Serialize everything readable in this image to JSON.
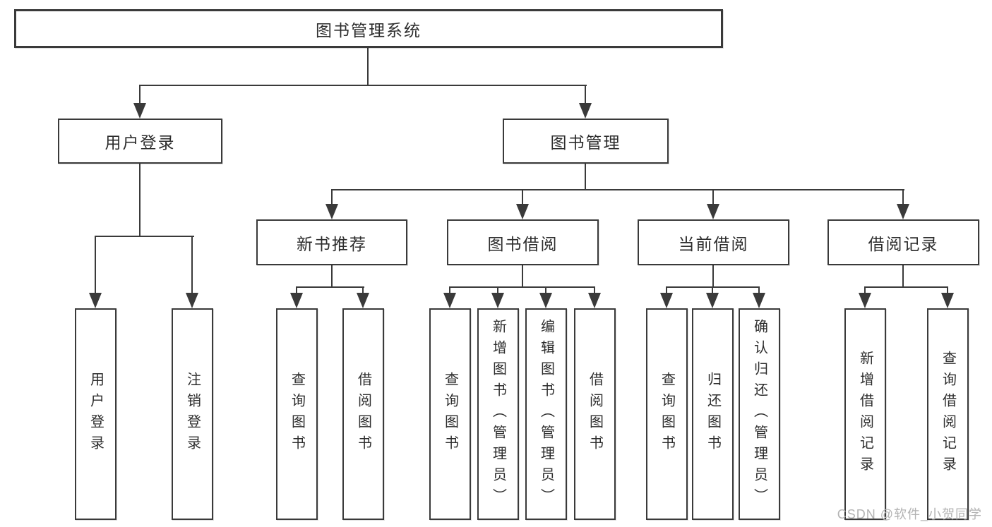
{
  "colors": {
    "line": "#3a3a3a",
    "text": "#2d2d2d",
    "background": "#ffffff",
    "watermark": "#b3b3b3"
  },
  "watermark": {
    "text": "CSDN @软件_小贺同学"
  },
  "tree": {
    "root": {
      "label": "图书管理系统"
    },
    "branches": [
      {
        "label": "用户登录",
        "children": [
          {
            "label": "用户登录"
          },
          {
            "label": "注销登录"
          }
        ]
      },
      {
        "label": "图书管理",
        "children": [
          {
            "label": "新书推荐",
            "children": [
              {
                "label": "查询图书"
              },
              {
                "label": "借阅图书"
              }
            ]
          },
          {
            "label": "图书借阅",
            "children": [
              {
                "label": "查询图书"
              },
              {
                "label": "新增图书（管理员）"
              },
              {
                "label": "编辑图书（管理员）"
              },
              {
                "label": "借阅图书"
              }
            ]
          },
          {
            "label": "当前借阅",
            "children": [
              {
                "label": "查询图书"
              },
              {
                "label": "归还图书"
              },
              {
                "label": "确认归还（管理员）"
              }
            ]
          },
          {
            "label": "借阅记录",
            "children": [
              {
                "label": "新增借阅记录"
              },
              {
                "label": "查询借阅记录"
              }
            ]
          }
        ]
      }
    ]
  }
}
